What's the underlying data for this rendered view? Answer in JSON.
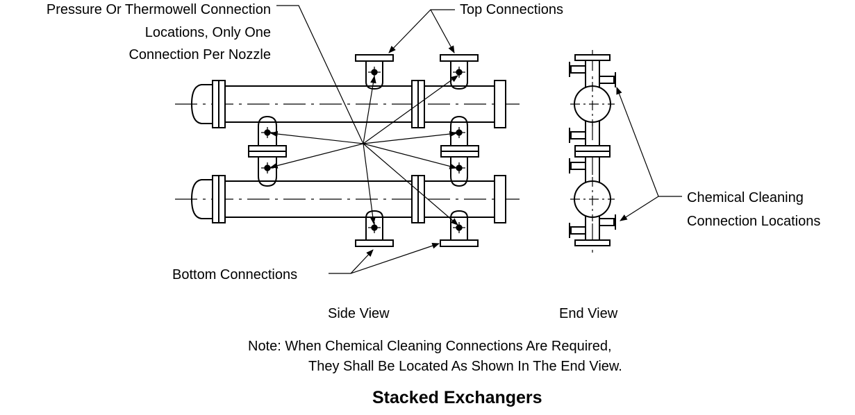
{
  "labels": {
    "pressure_line1": "Pressure Or Thermowell Connection",
    "pressure_line2": "Locations, Only One",
    "pressure_line3": "Connection Per Nozzle",
    "top_connections": "Top Connections",
    "bottom_connections": "Bottom Connections",
    "chem_line1": "Chemical Cleaning",
    "chem_line2": "Connection Locations",
    "side_view": "Side View",
    "end_view": "End View",
    "note_line1": "Note:  When Chemical Cleaning Connections Are Required,",
    "note_line2": "They Shall Be Located As Shown In The End View.",
    "title": "Stacked Exchangers"
  },
  "colors": {
    "line": "#000000",
    "background": "#ffffff"
  }
}
